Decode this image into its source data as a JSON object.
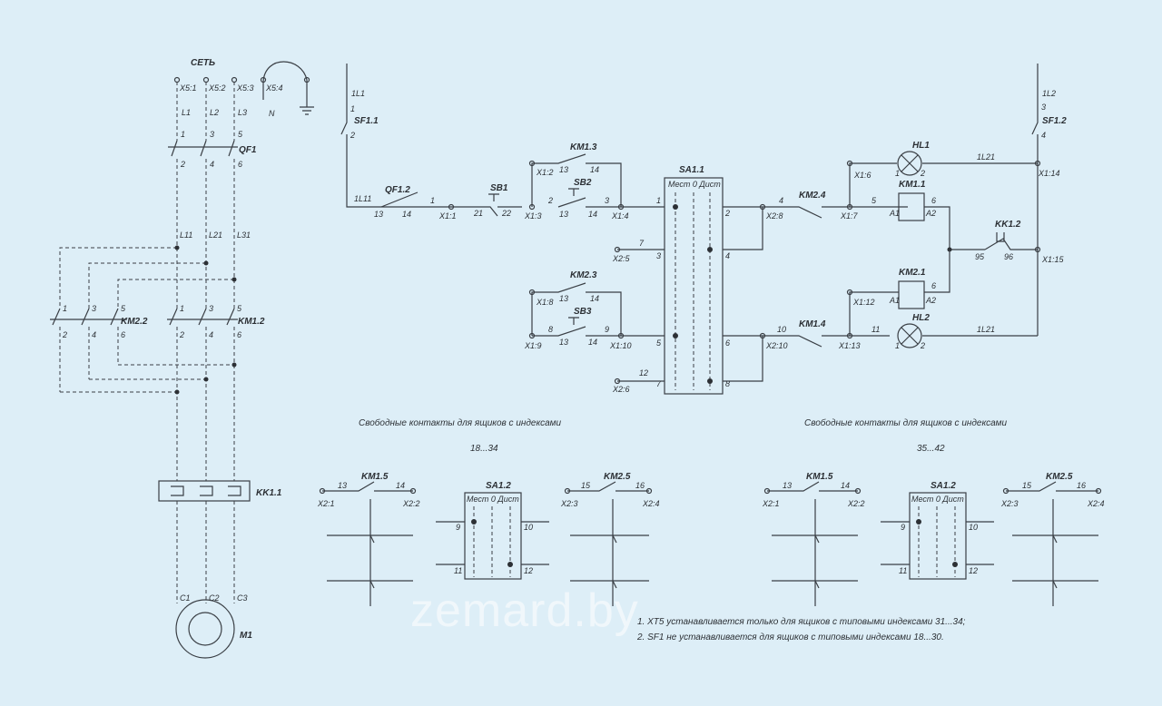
{
  "power": {
    "net_label": "СЕТЬ",
    "terminals": [
      "X5:1",
      "X5:2",
      "X5:3",
      "X5:4"
    ],
    "phases": [
      "L1",
      "L2",
      "L3"
    ],
    "neutral": "N",
    "breaker": "QF1",
    "breaker_pins_top": [
      "1",
      "3",
      "5"
    ],
    "breaker_pins_bottom": [
      "2",
      "4",
      "6"
    ],
    "wires": [
      "L11",
      "L21",
      "L31"
    ],
    "km_rev": "KM2.2",
    "km_fwd": "KM1.2",
    "contact_pins_top": [
      "1",
      "3",
      "5"
    ],
    "contact_pins_bottom": [
      "2",
      "4",
      "6"
    ],
    "thermal": "KK1.1",
    "motor_leads": [
      "C1",
      "C2",
      "C3"
    ],
    "motor": "M1"
  },
  "control": {
    "sf_left": "SF1.1",
    "sf_left_wire": "1L1",
    "sf_left_pins": [
      "1",
      "2"
    ],
    "sf_right": "SF1.2",
    "sf_right_wire": "1L2",
    "sf_right_pins": [
      "3",
      "4"
    ],
    "qf12": "QF1.2",
    "qf12_pins": [
      "13",
      "14"
    ],
    "wire_1l11": "1L11",
    "t_x11": "X1:1",
    "t_x12": "X1:2",
    "t_x13": "X1:3",
    "t_x14": "X1:4",
    "t_x15": "X2:5",
    "t_x16": "X2:6",
    "t_x18": "X1:8",
    "t_x19": "X1:9",
    "t_x110": "X1:10",
    "t_x28": "X2:8",
    "t_x210": "X2:10",
    "t_x16b": "X1:6",
    "t_x17": "X1:7",
    "t_x112": "X1:12",
    "t_x113": "X1:13",
    "t_x114": "X1:14",
    "t_x115": "X1:15",
    "sb1": "SB1",
    "sb1_pins": [
      "21",
      "22"
    ],
    "km13": "KM1.3",
    "sb2": "SB2",
    "km23": "KM2.3",
    "sb3": "SB3",
    "pin13": "13",
    "pin14": "14",
    "sa11": "SA1.1",
    "sa11_header": "Мест  0  Дист",
    "sa_pins": [
      "1",
      "2",
      "3",
      "4",
      "5",
      "6",
      "7",
      "8"
    ],
    "km24": "KM2.4",
    "km14": "KM1.4",
    "km11": "KM1.1",
    "km21": "KM2.1",
    "a1": "A1",
    "a2": "A2",
    "hl1": "HL1",
    "hl2": "HL2",
    "hl_pins": [
      "1",
      "2"
    ],
    "kk12": "KK1.2",
    "kk_pins": [
      "95",
      "96"
    ],
    "wire_1l21": "1L21",
    "wire_nums": [
      "1",
      "2",
      "3",
      "4",
      "5",
      "6",
      "7",
      "8",
      "9",
      "10",
      "11",
      "12"
    ]
  },
  "free_contacts": {
    "caption_left": "Свободные контакты для ящиков с индексами",
    "range_left": "18...34",
    "caption_right": "Свободные контакты для ящиков с индексами",
    "range_right": "35...42",
    "km15": "KM1.5",
    "km25": "KM2.5",
    "sa12": "SA1.2",
    "sa12_header": "Мест  0  Дист",
    "x21": "X2:1",
    "x22": "X2:2",
    "x23": "X2:3",
    "x24": "X2:4",
    "p13": "13",
    "p14": "14",
    "p15": "15",
    "p16": "16",
    "p9": "9",
    "p10": "10",
    "p11": "11",
    "p12": "12"
  },
  "notes": [
    "1. XT5 устанавливается только для ящиков с типовыми индексами 31...34;",
    "2. SF1 не устанавливается для ящиков с типовыми индексами 18...30."
  ],
  "watermark": "zemard.by"
}
